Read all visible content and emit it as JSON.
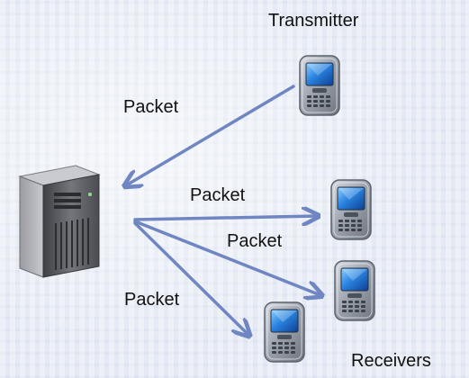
{
  "labels": {
    "transmitter": "Transmitter",
    "receivers": "Receivers",
    "packet_to_server": "Packet",
    "packet_top": "Packet",
    "packet_middle": "Packet",
    "packet_bottom": "Packet"
  },
  "colors": {
    "arrow": "#6f86c3",
    "background": "#e4e9f3",
    "phone_body": "#8e959f",
    "phone_screen": "#2f7fd6",
    "server_body": "#5f6166"
  },
  "icons": [
    "server-icon",
    "smartphone-icon"
  ]
}
